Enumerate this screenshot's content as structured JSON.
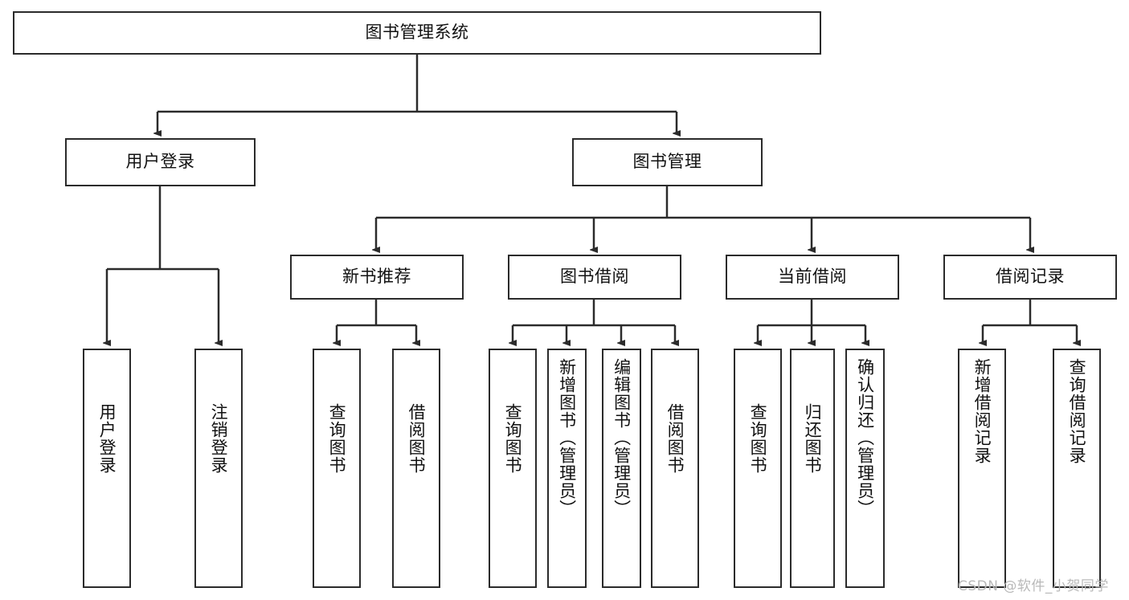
{
  "diagram": {
    "type": "tree",
    "title": "图书管理系统",
    "root": {
      "label": "图书管理系统"
    },
    "level1": [
      {
        "label": "用户登录"
      },
      {
        "label": "图书管理"
      }
    ],
    "level2": [
      {
        "label": "新书推荐"
      },
      {
        "label": "图书借阅"
      },
      {
        "label": "当前借阅"
      },
      {
        "label": "借阅记录"
      }
    ],
    "leaves": {
      "user_login": [
        {
          "label": "用户登录"
        },
        {
          "label": "注销登录"
        }
      ],
      "new_book_recommend": [
        {
          "label": "查询图书"
        },
        {
          "label": "借阅图书"
        }
      ],
      "book_borrow": [
        {
          "label": "查询图书"
        },
        {
          "label": "新增图书（管理员）"
        },
        {
          "label": "编辑图书（管理员）"
        },
        {
          "label": "借阅图书"
        }
      ],
      "current_borrow": [
        {
          "label": "查询图书"
        },
        {
          "label": "归还图书"
        },
        {
          "label": "确认归还（管理员）"
        }
      ],
      "borrow_record": [
        {
          "label": "新增借阅记录"
        },
        {
          "label": "查询借阅记录"
        }
      ]
    }
  },
  "watermark": {
    "text": "CSDN @软件_小贺同学"
  },
  "colors": {
    "border": "#2b2b2b",
    "background": "#ffffff",
    "text": "#111111",
    "watermark": "#b9b9b9"
  }
}
